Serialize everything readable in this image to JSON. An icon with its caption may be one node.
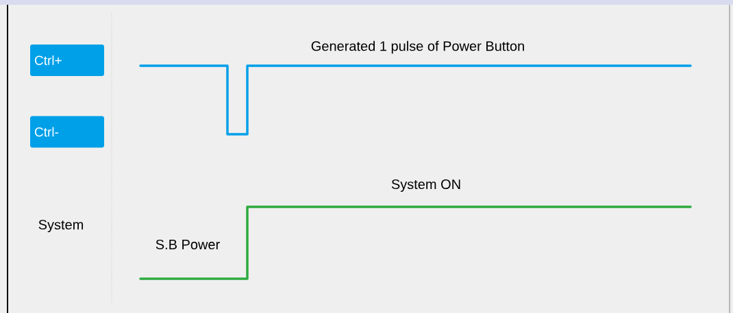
{
  "diagram": {
    "nodes": [
      {
        "text": [
          "Ctrl+"
        ]
      },
      {
        "text": [
          "Ctrl-"
        ]
      }
    ],
    "edges": [],
    "labels": [
      "Generated 1 pulse of Power Button",
      "System ON",
      "System",
      "S.B Power"
    ]
  }
}
